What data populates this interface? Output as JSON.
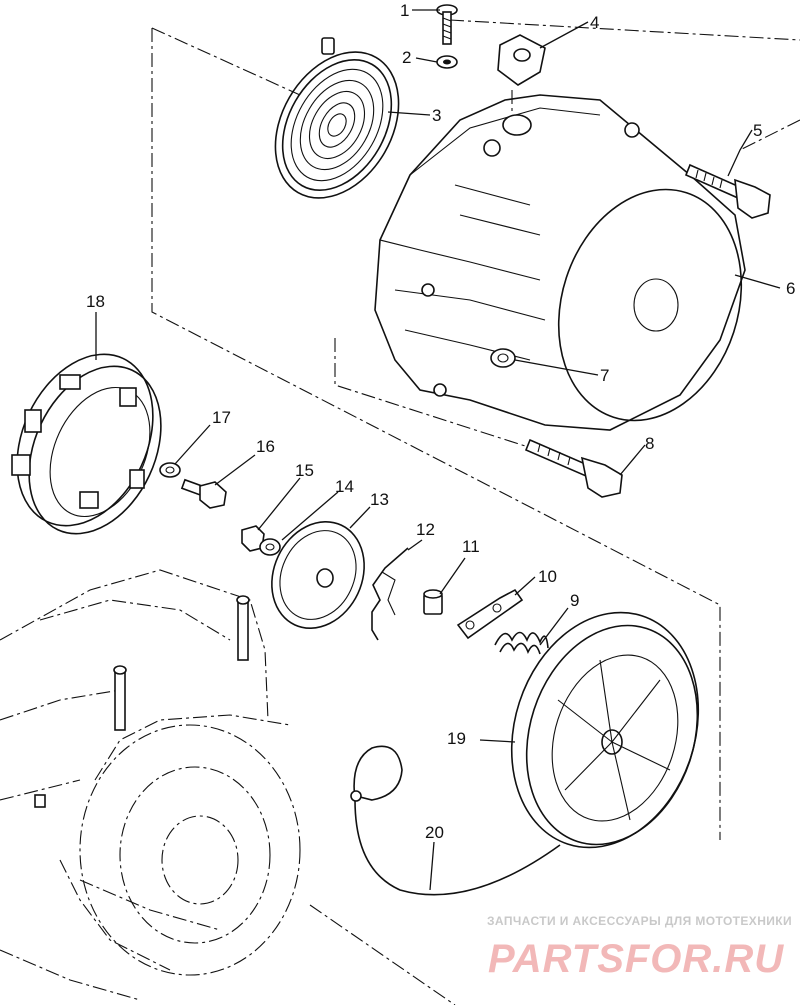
{
  "diagram": {
    "parts": [
      {
        "number": "1"
      },
      {
        "number": "2"
      },
      {
        "number": "3"
      },
      {
        "number": "4"
      },
      {
        "number": "5"
      },
      {
        "number": "6"
      },
      {
        "number": "7"
      },
      {
        "number": "8"
      },
      {
        "number": "9"
      },
      {
        "number": "10"
      },
      {
        "number": "11"
      },
      {
        "number": "12"
      },
      {
        "number": "13"
      },
      {
        "number": "14"
      },
      {
        "number": "15"
      },
      {
        "number": "16"
      },
      {
        "number": "17"
      },
      {
        "number": "18"
      },
      {
        "number": "19"
      },
      {
        "number": "20"
      }
    ]
  },
  "watermark": {
    "tagline": "ЗАПЧАСТИ И АКСЕССУАРЫ ДЛЯ МОТОТЕХНИКИ",
    "brand": "PARTSFOR.RU",
    "brand_color": "#e23b3b"
  }
}
